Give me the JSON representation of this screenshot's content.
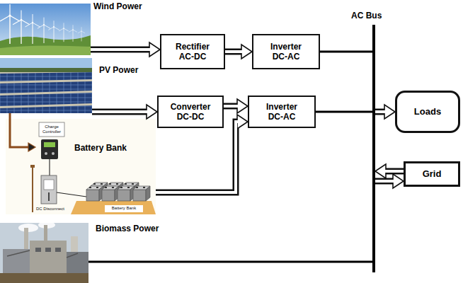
{
  "diagram": {
    "nodes": [
      {
        "text": [
          "Wind Power"
        ]
      },
      {
        "text": [
          "Rectifier AC-DC"
        ]
      },
      {
        "text": [
          "Inverter DC-AC"
        ]
      },
      {
        "text": [
          "AC Bus"
        ]
      },
      {
        "text": [
          "PV Power"
        ]
      },
      {
        "text": [
          "Converter DC-DC"
        ]
      },
      {
        "text": [
          "Inverter DC-AC"
        ]
      },
      {
        "text": [
          "Loads"
        ]
      },
      {
        "text": [
          "Battery Bank"
        ]
      },
      {
        "text": [
          "Grid"
        ]
      },
      {
        "text": [
          "Biomass Power"
        ]
      }
    ],
    "edges": [
      {
        "from": 0,
        "to": 1,
        "arrow": "to"
      },
      {
        "from": 1,
        "to": 2,
        "arrow": "to"
      },
      {
        "from": 2,
        "to": 3,
        "arrow": "none"
      },
      {
        "from": 4,
        "to": 5,
        "arrow": "to"
      },
      {
        "from": 5,
        "to": 6,
        "arrow": "to"
      },
      {
        "from": 4,
        "to": 8,
        "arrow": "to"
      },
      {
        "from": 8,
        "to": 6,
        "arrow": "to"
      },
      {
        "from": 6,
        "to": 3,
        "arrow": "none"
      },
      {
        "from": 3,
        "to": 7,
        "arrow": "to"
      },
      {
        "from": 3,
        "to": 9,
        "arrow": "both"
      },
      {
        "from": 10,
        "to": 3,
        "arrow": "none"
      }
    ],
    "labels": [
      "Charge Controller",
      "DC Disconnect",
      "Battery Bank"
    ]
  }
}
